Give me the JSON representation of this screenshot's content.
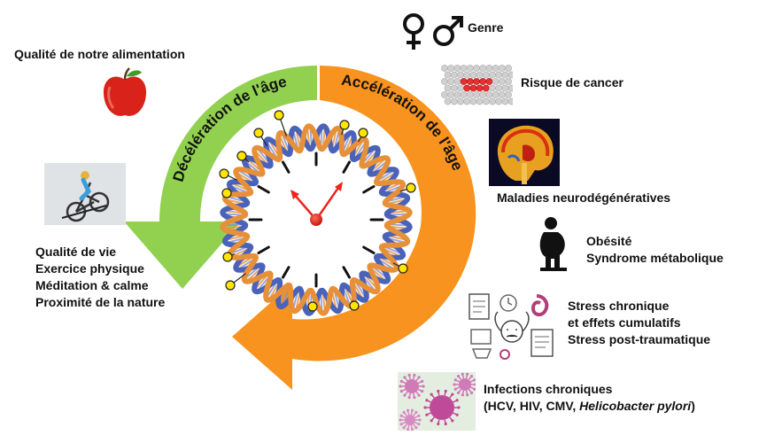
{
  "arrows": {
    "deceleration": "Décélération de l'âge",
    "acceleration": "Accélération de l'âge"
  },
  "left": {
    "food": "Qualité de notre alimentation",
    "lifestyle": [
      "Qualité de vie",
      "Exercice physique",
      "Méditation & calme",
      "Proximité de la nature"
    ]
  },
  "right": {
    "gender": "Genre",
    "cancer": "Risque de cancer",
    "neuro": "Maladies neurodégénératives",
    "obesity": [
      "Obésité",
      "Syndrome métabolique"
    ],
    "stress": [
      "Stress chronique",
      "et effets cumulatifs",
      "Stress post-traumatique"
    ],
    "infection_title": "Infections chroniques",
    "infection_prefix": "(HCV, HIV, CMV, ",
    "infection_italic": "Helicobacter pylori",
    "infection_suffix": ")"
  },
  "colors": {
    "green_arrow": "#92d050",
    "orange_arrow": "#f7931e",
    "clock_hands": "#e8261f",
    "dna_blue": "#4a63b8",
    "dna_orange": "#e6913a",
    "telomere_marker": "#ffe600"
  },
  "icons": [
    "apple-icon",
    "cyclist-icon",
    "female-symbol-icon",
    "male-symbol-icon",
    "cancer-cells-icon",
    "brain-scan-icon",
    "obese-person-icon",
    "stress-collage-icon",
    "virus-icon"
  ]
}
